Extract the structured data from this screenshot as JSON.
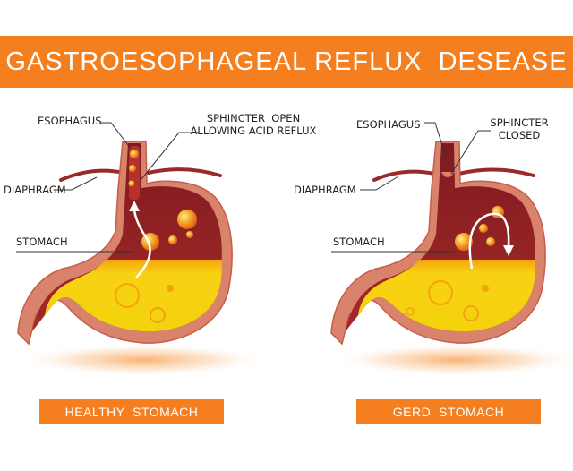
{
  "title": "GASTROESOPHAGEAL REFLUX  DESEASE",
  "colors": {
    "accent": "#f57f1f",
    "tissue_outer": "#d9826c",
    "tissue_inner": "#8a1e24",
    "acid": "#f7d514",
    "bubble": "#f29a1e"
  },
  "left_panel": {
    "esophagus_label": "ESOPHAGUS",
    "sphincter_label": [
      "SPHINCTER  OPEN",
      "ALLOWING ACID REFLUX"
    ],
    "diaphragm_label": "DIAPHRAGM",
    "stomach_label": "STOMACH",
    "caption": "HEALTHY  STOMACH"
  },
  "right_panel": {
    "esophagus_label": "ESOPHAGUS",
    "sphincter_label": [
      "SPHINCTER",
      "CLOSED"
    ],
    "diaphragm_label": "DIAPHRAGM",
    "stomach_label": "STOMACH",
    "caption": "GERD  STOMACH"
  }
}
